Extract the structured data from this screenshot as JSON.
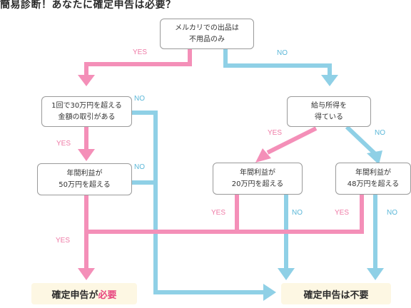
{
  "title": "簡易診断！あなたに確定申告は必要？",
  "nodes": {
    "q1": {
      "line1": "メルカリでの出品は",
      "line2": "不用品のみ"
    },
    "q2": {
      "line1": "1回で30万円を超える",
      "line2": "金額の取引がある"
    },
    "q3": {
      "line1": "給与所得を",
      "line2": "得ている"
    },
    "q4": {
      "line1": "年間利益が",
      "line2": "50万円を超える"
    },
    "q5": {
      "line1": "年間利益が",
      "line2": "20万円を超える"
    },
    "q6": {
      "line1": "年間利益が",
      "line2": "48万円を超える"
    }
  },
  "labels": {
    "q1_yes": "YES",
    "q1_no": "NO",
    "q2_yes": "YES",
    "q2_no": "NO",
    "q3_yes": "YES",
    "q3_no": "NO",
    "q4_yes": "YES",
    "q4_no": "NO",
    "q5_yes": "YES",
    "q5_no": "NO",
    "q6_yes": "YES",
    "q6_no": "NO"
  },
  "results": {
    "required_prefix": "確定申告が",
    "required_accent": "必要",
    "not_required": "確定申告は不要"
  },
  "colors": {
    "yes": "#f48fb8",
    "no": "#8fd0e6",
    "accent": "#e8457f"
  }
}
